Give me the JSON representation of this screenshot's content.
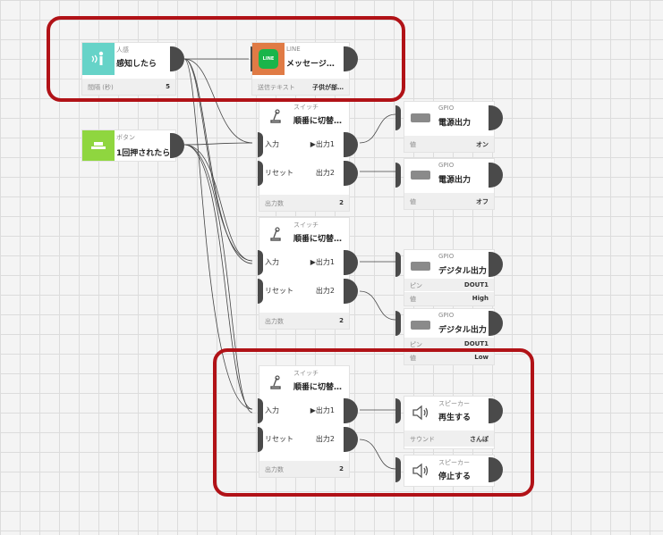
{
  "nodes": {
    "human_sensor": {
      "category": "人感",
      "title": "感知したら",
      "param_label": "間隔 (秒)",
      "param_value": "5"
    },
    "line_msg": {
      "category": "LINE",
      "title": "メッセージ…",
      "param_label": "送信テキスト",
      "param_value": "子供が部…"
    },
    "button": {
      "category": "ボタン",
      "title": "1回押されたら"
    },
    "switch1": {
      "category": "スイッチ",
      "title": "順番に切替…",
      "in_label": "入力",
      "out1_label": "▶出力1",
      "reset_label": "リセット",
      "out2_label": "出力2",
      "param_label": "出力数",
      "param_value": "2"
    },
    "switch2": {
      "category": "スイッチ",
      "title": "順番に切替…",
      "in_label": "入力",
      "out1_label": "▶出力1",
      "reset_label": "リセット",
      "out2_label": "出力2",
      "param_label": "出力数",
      "param_value": "2"
    },
    "switch3": {
      "category": "スイッチ",
      "title": "順番に切替…",
      "in_label": "入力",
      "out1_label": "▶出力1",
      "reset_label": "リセット",
      "out2_label": "出力2",
      "param_label": "出力数",
      "param_value": "2"
    },
    "gpio1": {
      "category": "GPIO",
      "title": "電源出力",
      "param_label": "値",
      "param_value": "オン"
    },
    "gpio2": {
      "category": "GPIO",
      "title": "電源出力",
      "param_label": "値",
      "param_value": "オフ"
    },
    "gpio3": {
      "category": "GPIO",
      "title": "デジタル出力",
      "p1_label": "ピン",
      "p1_value": "DOUT1",
      "p2_label": "値",
      "p2_value": "High"
    },
    "gpio4": {
      "category": "GPIO",
      "title": "デジタル出力",
      "p1_label": "ピン",
      "p1_value": "DOUT1",
      "p2_label": "値",
      "p2_value": "Low"
    },
    "speaker1": {
      "category": "スピーカー",
      "title": "再生する",
      "param_label": "サウンド",
      "param_value": "さんぽ"
    },
    "speaker2": {
      "category": "スピーカー",
      "title": "停止する"
    }
  },
  "colors": {
    "sensor": "#66d3c8",
    "line": "#e07b45",
    "line_green": "#19b54a",
    "button": "#8fd63f",
    "port": "#4a4a4a",
    "highlight": "#b11217"
  }
}
